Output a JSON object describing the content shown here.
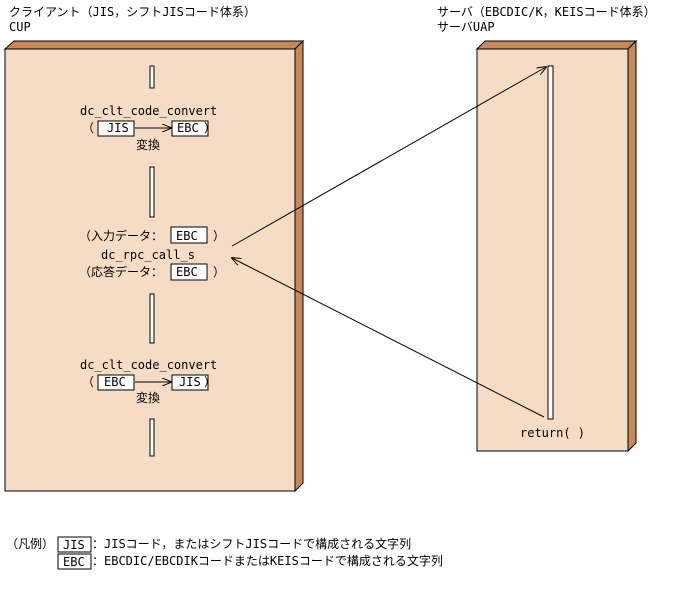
{
  "client": {
    "title": "クライアント（JIS，シフトJISコード体系）",
    "subtitle": "CUP",
    "convert1": {
      "func": "dc_clt_code_convert",
      "open": "（",
      "from": "JIS",
      "to": "EBC",
      "close": "）",
      "label": "変換"
    },
    "rpc": {
      "input_label": "（入力データ：",
      "input_box": "EBC",
      "input_close": "）",
      "func": "dc_rpc_call_s",
      "output_label": "（応答データ：",
      "output_box": "EBC",
      "output_close": "）"
    },
    "convert2": {
      "func": "dc_clt_code_convert",
      "open": "（",
      "from": "EBC",
      "to": "JIS",
      "close": "）",
      "label": "変換"
    }
  },
  "server": {
    "title": "サーバ（EBCDIC/K，KEISコード体系）",
    "subtitle": "サーバUAP",
    "return_label": "return( )"
  },
  "legend": {
    "label": "（凡例）",
    "items": [
      {
        "box": "JIS",
        "text": "：JISコード，またはシフトJISコードで構成される文字列"
      },
      {
        "box": "EBC",
        "text": "：EBCDIC/EBCDIKコードまたはKEISコードで構成される文字列"
      }
    ]
  },
  "colors": {
    "panel_face": "#f6dcc4",
    "panel_side": "#c7895a",
    "panel_top": "#c7895a",
    "line": "#000000"
  }
}
